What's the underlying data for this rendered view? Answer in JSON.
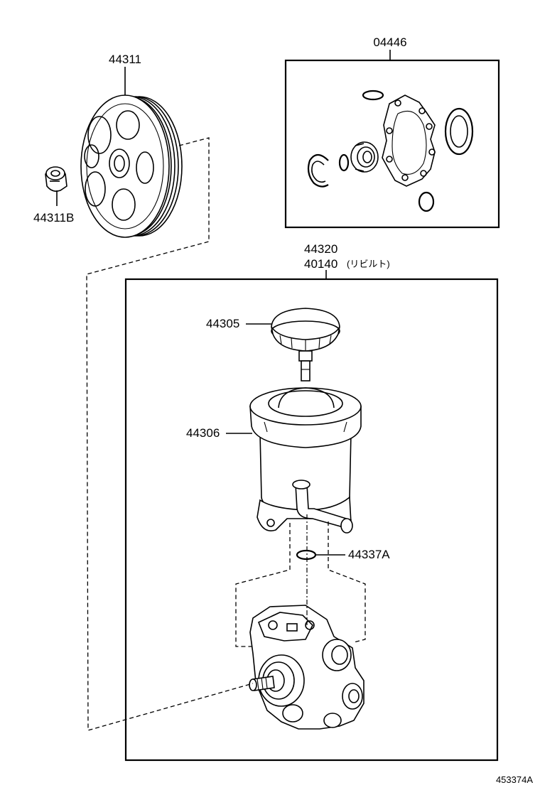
{
  "diagram": {
    "parts": [
      {
        "id": "pulley",
        "number": "44311"
      },
      {
        "id": "pulley-nut",
        "number": "44311B"
      },
      {
        "id": "gasket-kit",
        "number": "04446"
      },
      {
        "id": "pump-assembly",
        "number": "44320"
      },
      {
        "id": "pump-rebuilt",
        "number": "40140",
        "note": "(リビルト)"
      },
      {
        "id": "reservoir-cap",
        "number": "44305"
      },
      {
        "id": "reservoir-tank",
        "number": "44306"
      },
      {
        "id": "o-ring",
        "number": "44337A"
      }
    ],
    "figure_id": "453374A"
  }
}
